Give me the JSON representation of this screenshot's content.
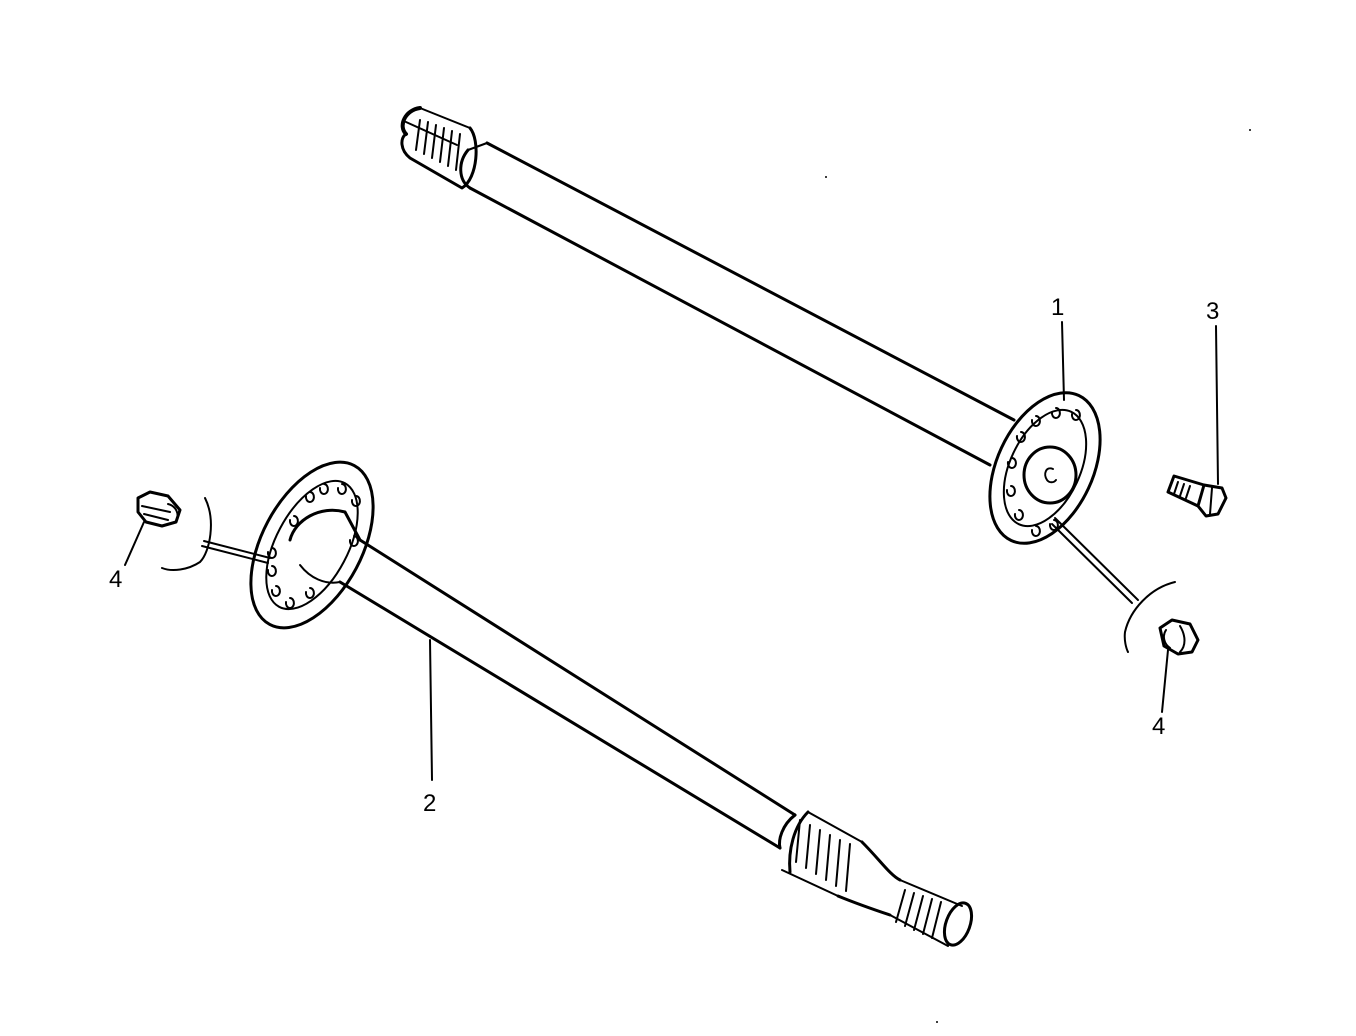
{
  "callouts": {
    "c1": "1",
    "c2": "2",
    "c3": "3",
    "c4_left": "4",
    "c4_right": "4"
  },
  "colors": {
    "ink": "#000000",
    "paper": "#ffffff"
  }
}
